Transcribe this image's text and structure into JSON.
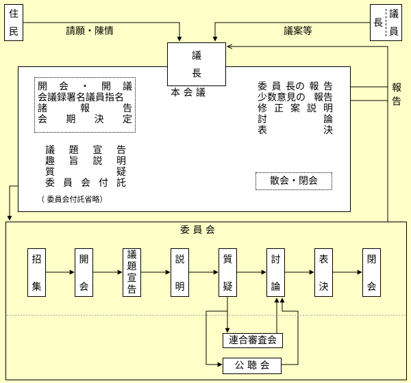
{
  "residents": {
    "chars": [
      "住",
      "民"
    ]
  },
  "members": {
    "label_left": "長",
    "label_right": [
      "議",
      "員"
    ]
  },
  "petition_label": "請願・陳情",
  "bill_label": "議案等",
  "report_label": {
    "chars": [
      "報",
      "告"
    ]
  },
  "speaker": {
    "chars": [
      "議",
      "長"
    ]
  },
  "plenary_label": "本 会 議",
  "plenary_left_dotted": [
    "開会・開議",
    "会議録署名議員指名",
    "諸報告",
    "会期決定"
  ],
  "plenary_left_lower": [
    "議題宣告",
    "趣旨説明",
    "質疑",
    "委員会付託"
  ],
  "omit_note": "（ 委員会付託省略）",
  "plenary_right": [
    "委員長の 報告",
    "少数意見の 報告",
    "修正案説明",
    "討論",
    "表決"
  ],
  "adjourn_label": "散会・閉会",
  "committee_label": "委 員 会",
  "steps": [
    {
      "chars": [
        "招",
        "集"
      ]
    },
    {
      "chars": [
        "開",
        "会"
      ]
    },
    {
      "chars": [
        "議",
        "題",
        "宣",
        "告"
      ]
    },
    {
      "chars": [
        "説",
        "明"
      ]
    },
    {
      "chars": [
        "質",
        "疑"
      ]
    },
    {
      "chars": [
        "討",
        "論"
      ]
    },
    {
      "chars": [
        "表",
        "決"
      ]
    },
    {
      "chars": [
        "閉",
        "会"
      ]
    }
  ],
  "joint_review": "連合審査会",
  "public_hearing": "公 聴 会"
}
